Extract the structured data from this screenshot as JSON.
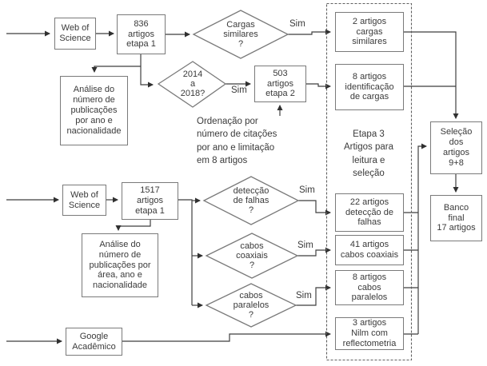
{
  "colors": {
    "background": "#ffffff",
    "box_border": "#7a7a7a",
    "line": "#3f3f3f",
    "dashed_border": "#5f5f5f",
    "text": "#3a3a3a"
  },
  "nodes": {
    "wos1": "Web of\nScience",
    "etapa1_836": "836\nartigos\netapa 1",
    "analise_ano": "Análise do\nnúmero de\npublicações\npor ano e\nnacionalidade",
    "etapa2_503": "503\nartigos\netapa 2",
    "wos2": "Web of\nScience",
    "etapa1_1517": "1517\nartigos\netapa 1",
    "analise_area": "Análise do\nnúmero de\npublicações por\nárea, ano e\nnacionalidade",
    "google": "Google\nAcadêmico",
    "res_cargas": "2 artigos\ncargas\nsimilares",
    "res_identificacao": "8 artigos\nidentificação\nde cargas",
    "res_deteccao": "22 artigos\ndetecção de\nfalhas",
    "res_coaxiais": "41 artigos\ncabos coaxiais",
    "res_paralelos": "8 artigos\ncabos\nparalelos",
    "res_nilm": "3 artigos\nNilm com\nreflectometria",
    "selecao": "Seleção\ndos\nartigos\n9+8",
    "banco_final": "Banco\nfinal\n17 artigos"
  },
  "decisions": {
    "cargas_similares": "Cargas\nsimilares\n?",
    "periodo": "2014\na\n2018?",
    "deteccao_falhas": "detecção\nde falhas\n?",
    "cabos_coaxiais": "cabos\ncoaxiais\n?",
    "cabos_paralelos": "cabos\nparalelos\n?"
  },
  "labels": {
    "yes": "Sim"
  },
  "annotations": {
    "ordenacao": "Ordenação por\nnúmero de citações\npor ano e limitação\nem 8 artigos",
    "etapa3": "Etapa 3\nArtigos para\nleitura e\nseleção"
  }
}
